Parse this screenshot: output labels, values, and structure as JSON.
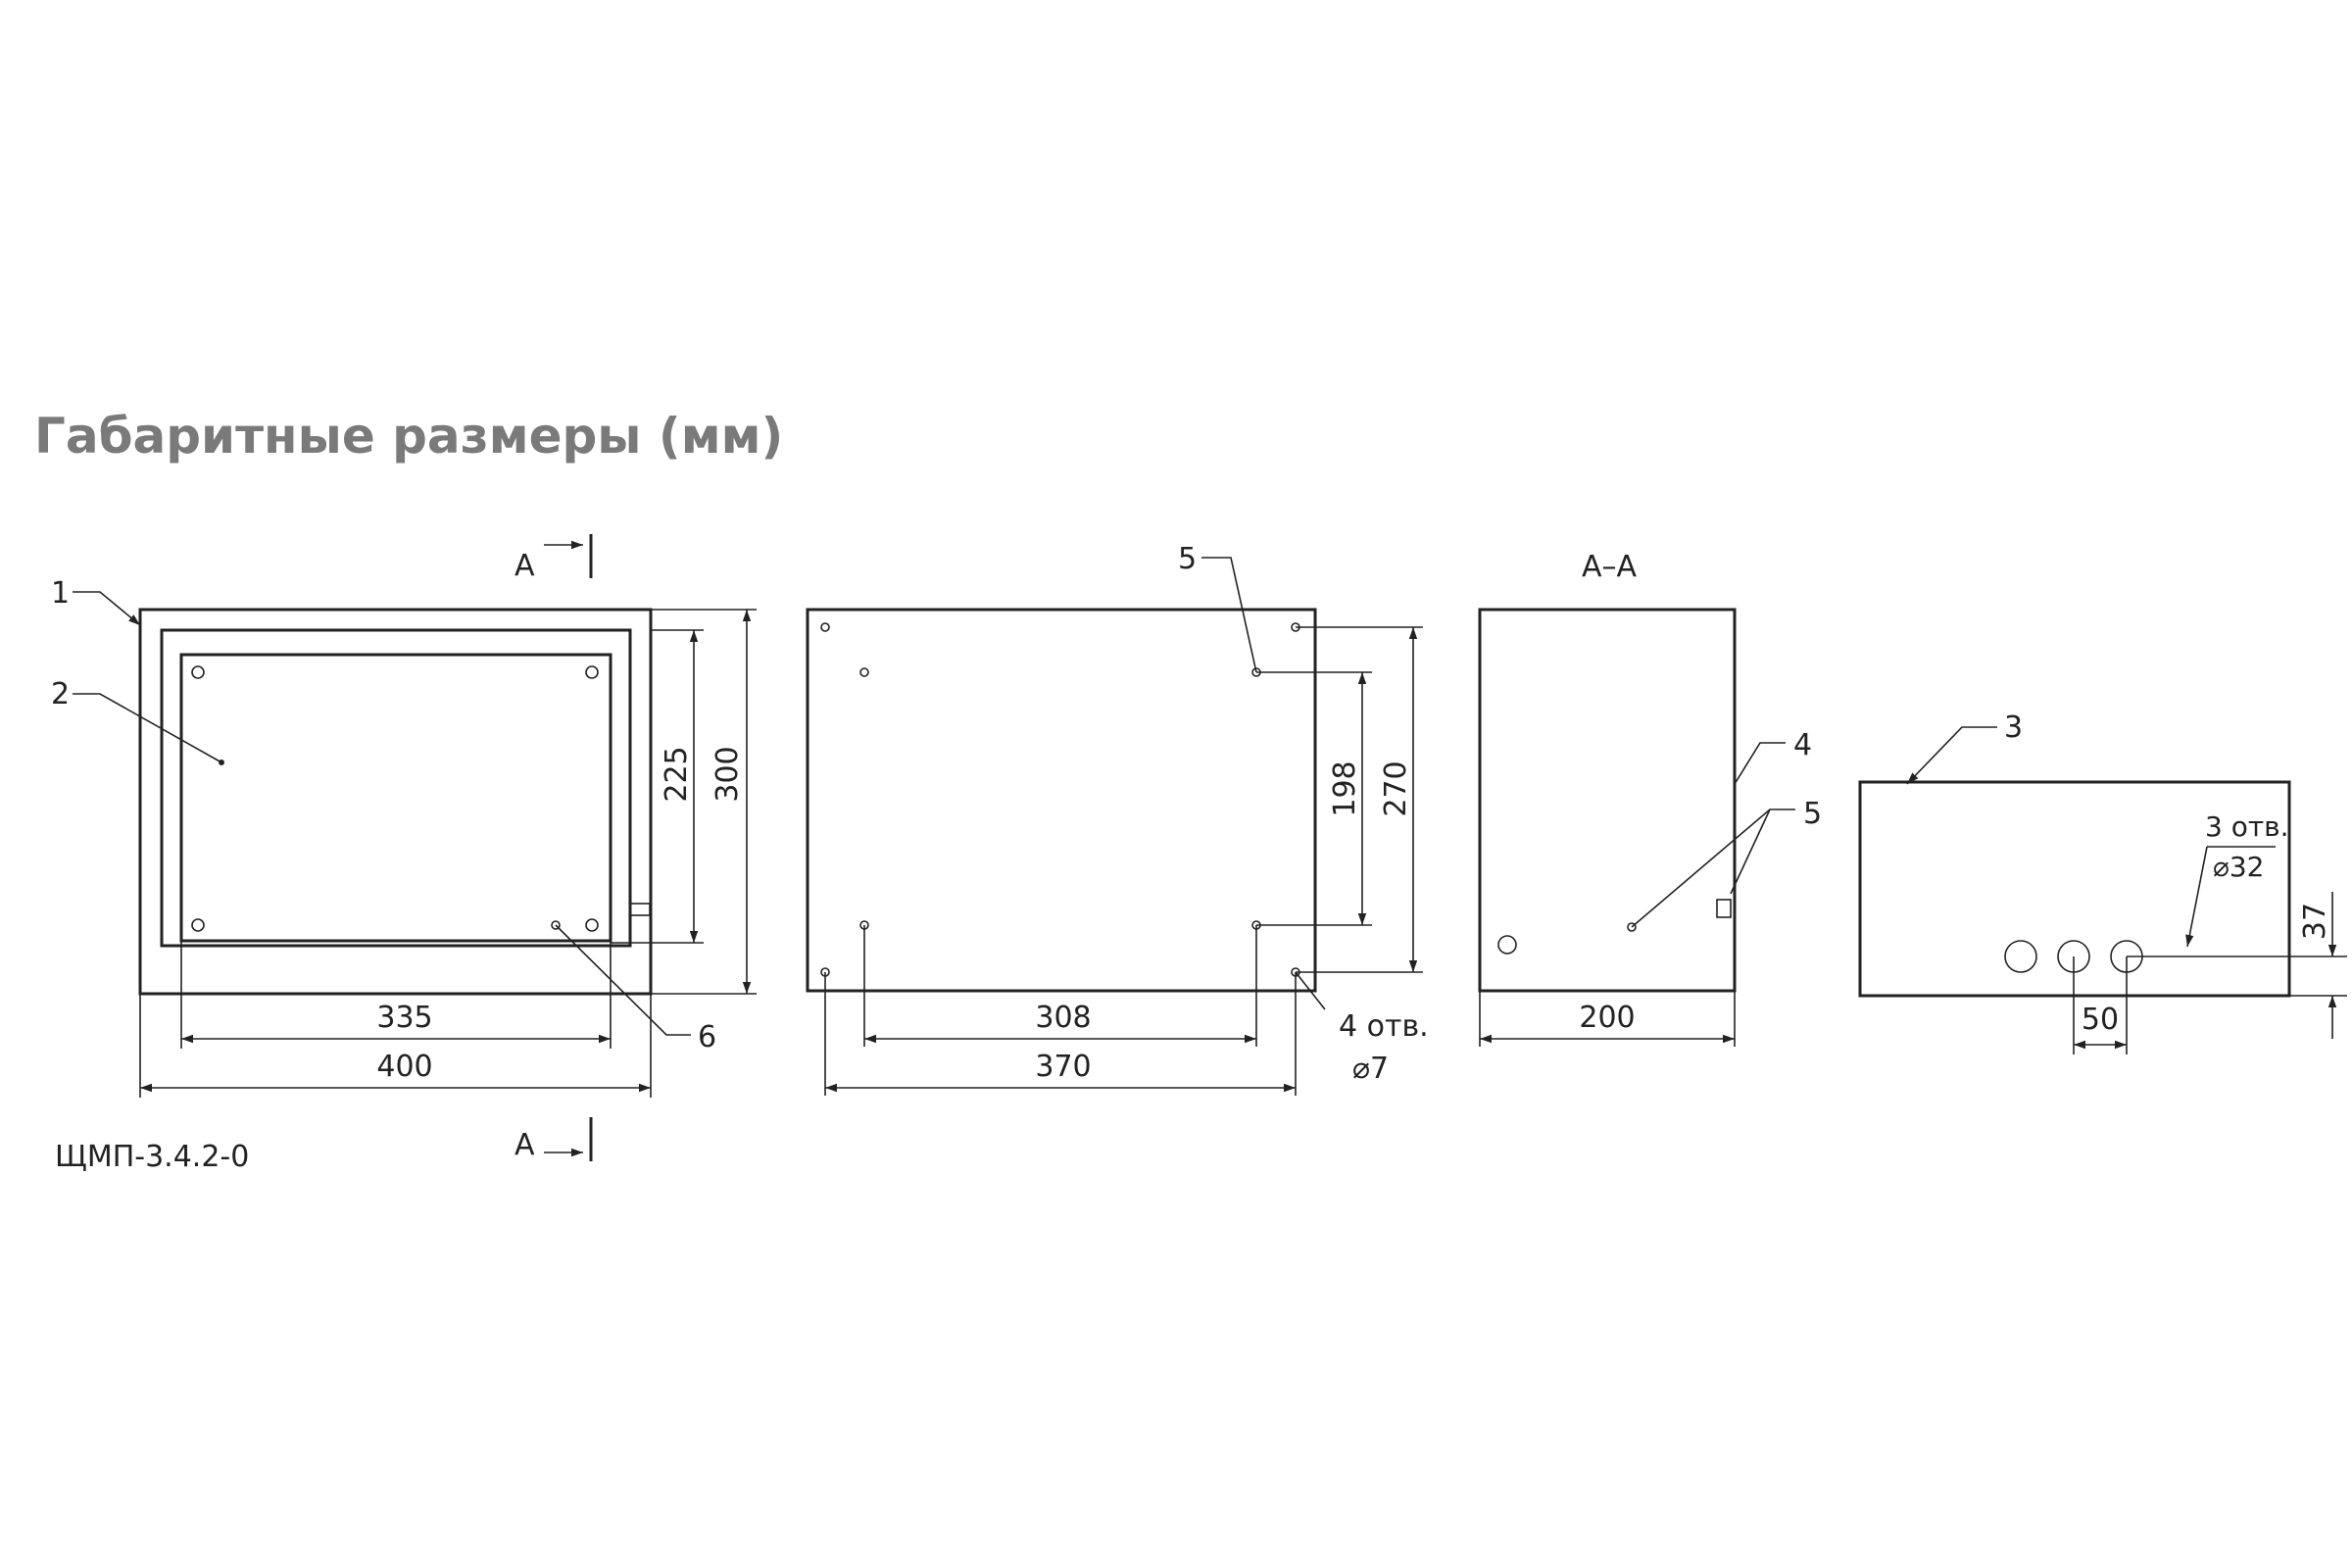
{
  "title": "Габаритные размеры (мм)",
  "model": "ЩМП-3.4.2-0",
  "section_marker": "А",
  "section_title": "А–А",
  "callouts": {
    "c1": "1",
    "c2": "2",
    "c3": "3",
    "c4": "4",
    "c5": "5",
    "c6": "6"
  },
  "dimensions": {
    "front_width": "400",
    "front_inner_width": "335",
    "front_height": "300",
    "front_inner_height": "225",
    "rear_width": "370",
    "rear_inner_width": "308",
    "rear_height": "270",
    "rear_inner_height": "198",
    "side_depth": "200",
    "bottom_hole_pitch": "50",
    "bottom_hole_height": "37"
  },
  "notes": {
    "mount_holes_count": "4 отв.",
    "mount_holes_diameter": "⌀7",
    "gland_holes_count": "3 отв.",
    "gland_holes_diameter": "⌀32"
  }
}
